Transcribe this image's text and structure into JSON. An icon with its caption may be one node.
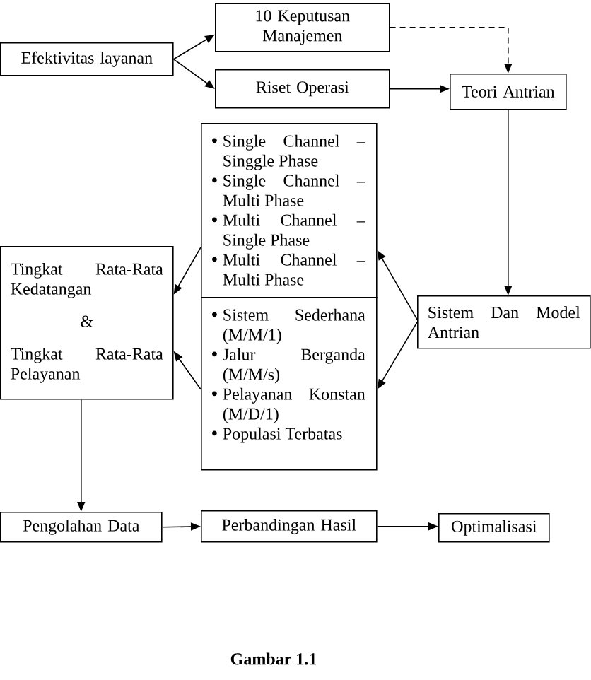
{
  "diagram": {
    "caption": "Gambar 1.1",
    "nodes": [
      {
        "text": [
          "Efektivitas layanan"
        ]
      },
      {
        "text": [
          "10 Keputusan Manajemen"
        ]
      },
      {
        "text": [
          "Riset Operasi"
        ]
      },
      {
        "text": [
          "Teori Antrian"
        ]
      },
      {
        "text": [
          "Single Channel – Singgle Phase",
          "Single Channel – Multi Phase",
          "Multi Channel – Single Phase",
          "Multi Channel – Multi Phase"
        ]
      },
      {
        "text": [
          "Sistem Sederhana (M/M/1)",
          "Jalur Berganda (M/M/s)",
          "Pelayanan Konstan (M/D/1)",
          "Populasi Terbatas"
        ]
      },
      {
        "text": [
          "Tingkat Rata-Rata Kedatangan",
          "&",
          "Tingkat Rata-Rata Pelayanan"
        ]
      },
      {
        "text": [
          "Sistem Dan Model Antrian"
        ]
      },
      {
        "text": [
          "Pengolahan Data"
        ]
      },
      {
        "text": [
          "Perbandingan Hasil"
        ]
      },
      {
        "text": [
          "Optimalisasi"
        ]
      }
    ],
    "edges": [
      {
        "from": 0,
        "to": 1,
        "arrow": "to"
      },
      {
        "from": 0,
        "to": 2,
        "arrow": "to"
      },
      {
        "from": 1,
        "to": 3,
        "arrow": "to",
        "style": "dashed"
      },
      {
        "from": 2,
        "to": 3,
        "arrow": "to"
      },
      {
        "from": 3,
        "to": 7,
        "arrow": "to"
      },
      {
        "from": 7,
        "to": 4,
        "arrow": "to"
      },
      {
        "from": 7,
        "to": 5,
        "arrow": "to"
      },
      {
        "from": 4,
        "to": 6,
        "arrow": "to"
      },
      {
        "from": 5,
        "to": 6,
        "arrow": "to"
      },
      {
        "from": 6,
        "to": 8,
        "arrow": "to"
      },
      {
        "from": 8,
        "to": 9,
        "arrow": "to"
      },
      {
        "from": 9,
        "to": 10,
        "arrow": "to"
      }
    ]
  }
}
